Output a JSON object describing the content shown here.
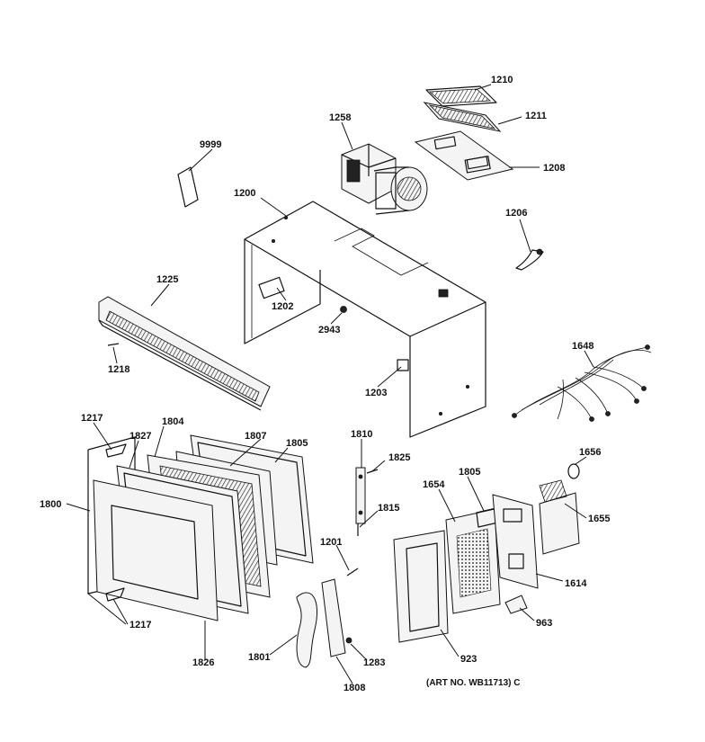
{
  "diagram": {
    "type": "exploded-parts-diagram",
    "art_number": "(ART NO. WB11713) C",
    "callouts": [
      {
        "id": "c1210",
        "label": "1210"
      },
      {
        "id": "c1211",
        "label": "1211"
      },
      {
        "id": "c1258",
        "label": "1258"
      },
      {
        "id": "c1208",
        "label": "1208"
      },
      {
        "id": "c9999",
        "label": "9999"
      },
      {
        "id": "c1200",
        "label": "1200"
      },
      {
        "id": "c1206",
        "label": "1206"
      },
      {
        "id": "c1225",
        "label": "1225"
      },
      {
        "id": "c1202",
        "label": "1202"
      },
      {
        "id": "c2943",
        "label": "2943"
      },
      {
        "id": "c1218",
        "label": "1218"
      },
      {
        "id": "c1203",
        "label": "1203"
      },
      {
        "id": "c1648",
        "label": "1648"
      },
      {
        "id": "c1217a",
        "label": "1217"
      },
      {
        "id": "c1804",
        "label": "1804"
      },
      {
        "id": "c1807",
        "label": "1807"
      },
      {
        "id": "c1827",
        "label": "1827"
      },
      {
        "id": "c1805a",
        "label": "1805"
      },
      {
        "id": "c1810",
        "label": "1810"
      },
      {
        "id": "c1825",
        "label": "1825"
      },
      {
        "id": "c1656",
        "label": "1656"
      },
      {
        "id": "c1800",
        "label": "1800"
      },
      {
        "id": "c1654",
        "label": "1654"
      },
      {
        "id": "c1805b",
        "label": "1805"
      },
      {
        "id": "c1815",
        "label": "1815"
      },
      {
        "id": "c1655",
        "label": "1655"
      },
      {
        "id": "c1201",
        "label": "1201"
      },
      {
        "id": "c1614",
        "label": "1614"
      },
      {
        "id": "c1217b",
        "label": "1217"
      },
      {
        "id": "c963",
        "label": "963"
      },
      {
        "id": "c1801",
        "label": "1801"
      },
      {
        "id": "c923",
        "label": "923"
      },
      {
        "id": "c1283",
        "label": "1283"
      },
      {
        "id": "c1826",
        "label": "1826"
      },
      {
        "id": "c1808",
        "label": "1808"
      }
    ]
  }
}
